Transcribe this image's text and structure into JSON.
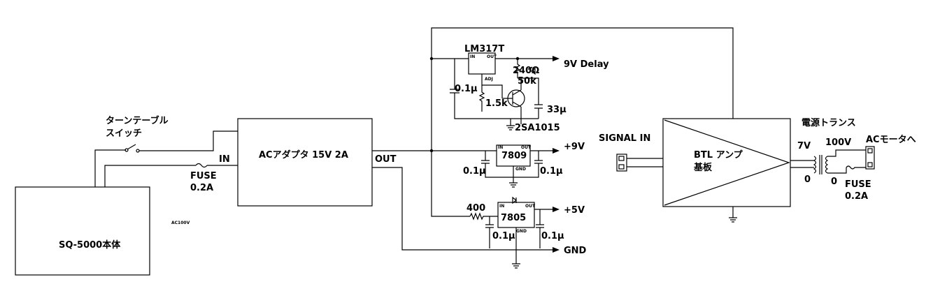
{
  "main_unit": {
    "label": "SQ-5000本体"
  },
  "turntable_switch": {
    "label_line1": "ターンテーブル",
    "label_line2": "スイッチ"
  },
  "fuse_in": {
    "label": "FUSE",
    "rating": "0.2A"
  },
  "ac100v_note": "AC100V",
  "adapter": {
    "label": "ACアダプタ 15V 2A",
    "in_label": "IN",
    "out_label": "OUT"
  },
  "delay_reg": {
    "chip": "LM317T",
    "pin_in": "IN",
    "pin_out": "OUT",
    "pin_adj": "ADJ",
    "output": "9V Delay",
    "r_top": "240Ω",
    "pot": "50k",
    "r_bottom": "1.5k",
    "cap_in": "0.1μ",
    "cap_out": "33μ",
    "transistor": "2SA1015"
  },
  "reg9": {
    "chip": "7809",
    "pin_in": "IN",
    "pin_out": "OUT",
    "pin_gnd": "GND",
    "output": "+9V",
    "cap_in": "0.1μ",
    "cap_out": "0.1μ"
  },
  "reg5": {
    "chip": "7805",
    "pin_in": "IN",
    "pin_out": "OUT",
    "pin_gnd": "GND",
    "output": "+5V",
    "resistor": "400",
    "cap_in": "0.1μ",
    "cap_out": "0.1μ"
  },
  "ground": {
    "label": "GND"
  },
  "amp": {
    "signal_label": "SIGNAL IN",
    "label_line1": "BTL アンプ",
    "label_line2": "基板"
  },
  "transformer": {
    "label": "電源トランス",
    "secondary": "7V",
    "secondary_zero": "0",
    "primary": "100V",
    "primary_zero": "0"
  },
  "fuse_out": {
    "label": "FUSE",
    "rating": "0.2A"
  },
  "motor": {
    "label": "ACモータへ"
  }
}
